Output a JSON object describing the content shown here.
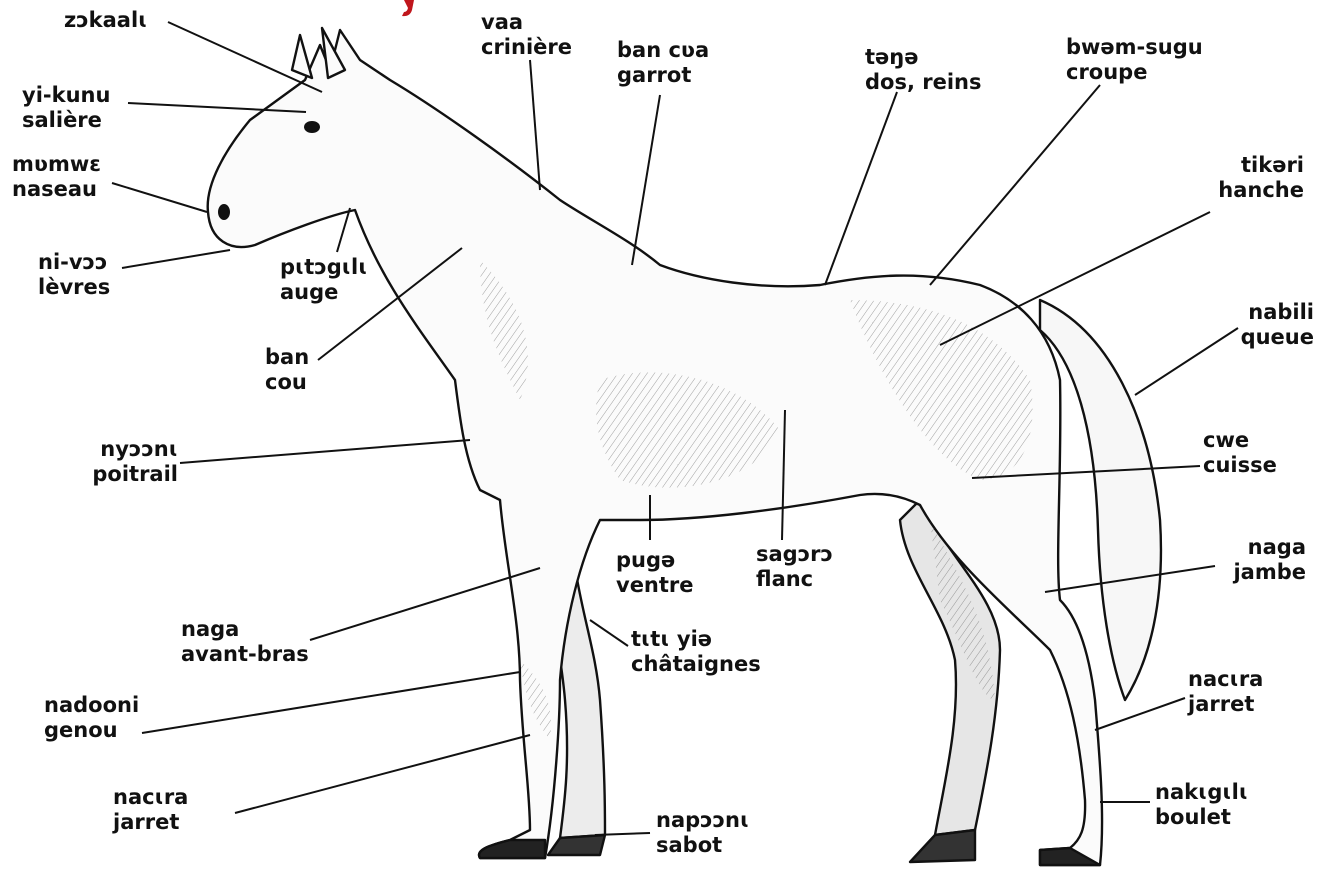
{
  "labels": {
    "head": {
      "local": "zɔkaalɩ",
      "french": ""
    },
    "salt": {
      "local": "yi-kunu",
      "french": "salière"
    },
    "nostril": {
      "local": "mʋmwɛ",
      "french": "naseau"
    },
    "lips": {
      "local": "ni-vɔɔ",
      "french": "lèvres"
    },
    "trough": {
      "local": "pɩtɔgɩlɩ",
      "french": "auge"
    },
    "neck": {
      "local": "ban",
      "french": "cou"
    },
    "mane": {
      "local": "vaa",
      "french": "crinière"
    },
    "withers": {
      "local": "ban cʋa",
      "french": "garrot"
    },
    "back": {
      "local": "təŋə",
      "french": "dos, reins"
    },
    "croup": {
      "local": "bwəm-sugu",
      "french": "croupe"
    },
    "hip": {
      "local": "tikəri",
      "french": "hanche"
    },
    "tail": {
      "local": "nabili",
      "french": "queue"
    },
    "thigh": {
      "local": "cwe",
      "french": "cuisse"
    },
    "leg": {
      "local": "naga",
      "french": "jambe"
    },
    "hock_rear": {
      "local": "nacɩra",
      "french": "jarret"
    },
    "fetlock": {
      "local": "nakɩgɩlɩ",
      "french": "boulet"
    },
    "chest": {
      "local": "nyɔɔnɩ",
      "french": "poitrail"
    },
    "forearm": {
      "local": "naga",
      "french": "avant-bras"
    },
    "knee": {
      "local": "nadooni",
      "french": "genou"
    },
    "hock_front": {
      "local": "nacɩra",
      "french": "jarret"
    },
    "belly": {
      "local": "pugə",
      "french": "ventre"
    },
    "flank": {
      "local": "sagɔrɔ",
      "french": "flanc"
    },
    "chestnuts": {
      "local": "tɩtɩ yiə",
      "french": "châtaignes"
    },
    "hoof": {
      "local": "napɔɔnɩ",
      "french": "sabot"
    }
  },
  "colors": {
    "title_mark": "#c0161c",
    "ink": "#111111"
  }
}
